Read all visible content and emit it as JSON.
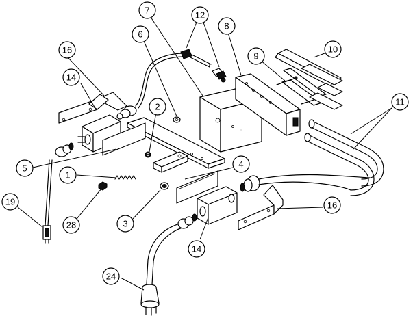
{
  "callouts": [
    {
      "id": "c7",
      "label": "7"
    },
    {
      "id": "c12",
      "label": "12"
    },
    {
      "id": "c8",
      "label": "8"
    },
    {
      "id": "c6",
      "label": "6"
    },
    {
      "id": "c16a",
      "label": "16"
    },
    {
      "id": "c10",
      "label": "10"
    },
    {
      "id": "c9",
      "label": "9"
    },
    {
      "id": "c14a",
      "label": "14"
    },
    {
      "id": "c2",
      "label": "2"
    },
    {
      "id": "c11",
      "label": "11"
    },
    {
      "id": "c5",
      "label": "5"
    },
    {
      "id": "c4",
      "label": "4"
    },
    {
      "id": "c1",
      "label": "1"
    },
    {
      "id": "c19",
      "label": "19"
    },
    {
      "id": "c28",
      "label": "28"
    },
    {
      "id": "c3",
      "label": "3"
    },
    {
      "id": "c16b",
      "label": "16"
    },
    {
      "id": "c14b",
      "label": "14"
    },
    {
      "id": "c24",
      "label": "24"
    }
  ]
}
